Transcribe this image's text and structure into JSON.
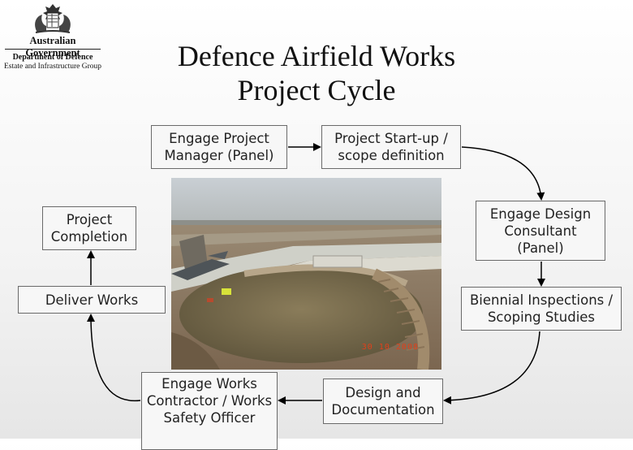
{
  "logo": {
    "line1": "Australian Government",
    "line2": "Department of Defence",
    "line3": "Estate and Infrastructure Group"
  },
  "title": {
    "line1": "Defence Airfield Works",
    "line2": "Project Cycle"
  },
  "steps": {
    "engage_pm": "Engage Project Manager (Panel)",
    "startup": "Project Start-up / scope definition",
    "design_consultant": "Engage Design Consultant (Panel)",
    "inspections": "Biennial Inspections / Scoping Studies",
    "design_docs": "Design and Documentation",
    "works_contractor": "Engage Works Contractor / Works Safety Officer",
    "deliver": "Deliver Works",
    "completion": "Project Completion"
  },
  "photo": {
    "date_stamp": "30 10 2008"
  }
}
